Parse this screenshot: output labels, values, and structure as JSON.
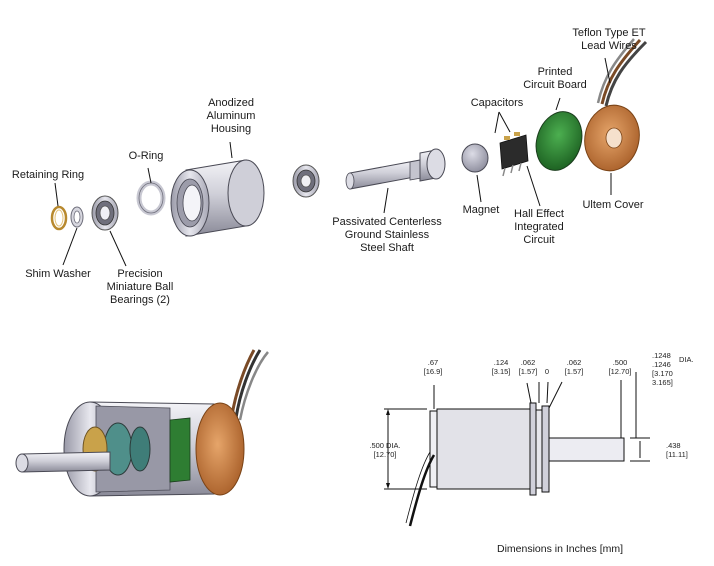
{
  "labels": {
    "retaining_ring": [
      "Retaining Ring"
    ],
    "shim_washer": [
      "Shim Washer"
    ],
    "precision_bearings": [
      "Precision",
      "Miniature Ball",
      "Bearings (2)"
    ],
    "o_ring": [
      "O-Ring"
    ],
    "anodized_housing": [
      "Anodized",
      "Aluminum",
      "Housing"
    ],
    "passivated_shaft": [
      "Passivated Centerless",
      "Ground Stainless",
      "Steel Shaft"
    ],
    "magnet": [
      "Magnet"
    ],
    "capacitors": [
      "Capacitors"
    ],
    "hall_effect": [
      "Hall Effect",
      "Integrated",
      "Circuit"
    ],
    "printed_circuit_board": [
      "Printed",
      "Circuit Board"
    ],
    "teflon_lead_wires": [
      "Teflon Type ET",
      "Lead Wires"
    ],
    "ultem_cover": [
      "Ultem Cover"
    ]
  },
  "dimensions": {
    "d_067": [
      ".67",
      "[16.9]"
    ],
    "d_0124": [
      ".124",
      "[3.15]"
    ],
    "d_0062a": [
      ".062",
      "[1.57]"
    ],
    "d_zero": [
      "0"
    ],
    "d_0062b": [
      ".062",
      "[1.57]"
    ],
    "d_0500": [
      ".500",
      "[12.70]"
    ],
    "d_shaft_dia": [
      ".1248",
      ".1246",
      "[3.170",
      "3.165]"
    ],
    "d_shaft_dia_unit": [
      "DIA."
    ],
    "d_body_dia": [
      ".500 DIA.",
      "[12.70]"
    ],
    "d_0438": [
      ".438",
      "[11.11]"
    ]
  },
  "caption": "Dimensions in Inches [mm]",
  "colors": {
    "metal_light": "#e4e4ea",
    "metal_mid": "#b9b9c4",
    "metal_dark": "#7c7c8a",
    "pcb_green": "#2e7d32",
    "copper": "#c87a3a",
    "ring_gold": "#c9a24a"
  }
}
